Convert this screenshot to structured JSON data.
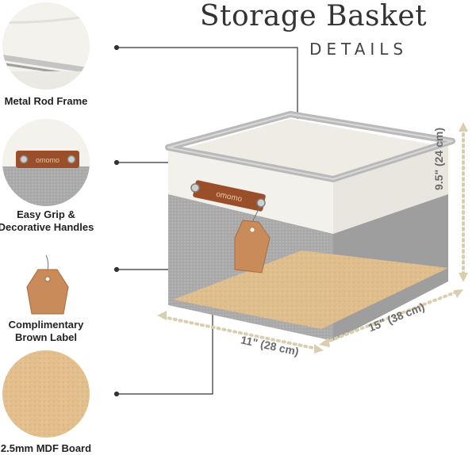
{
  "header": {
    "title": "Storage Basket",
    "subtitle": "DETAILS"
  },
  "features": [
    {
      "label": "Metal Rod Frame",
      "icon": "metal-rod-frame-icon"
    },
    {
      "label_line1": "Easy Grip &",
      "label_line2": "Decorative Handles",
      "icon": "leather-handle-icon"
    },
    {
      "label_line1": "Complimentary",
      "label_line2": "Brown Label",
      "icon": "brown-label-icon"
    },
    {
      "label": "2.5mm MDF Board",
      "icon": "mdf-board-icon"
    }
  ],
  "dimensions": {
    "height": "9.5\" (24 cm)",
    "length": "15\" (38 cm)",
    "width": "11\" (28 cm)"
  },
  "brand": {
    "handle_text": "omomo"
  },
  "colors": {
    "frame_silver": "#b9b9b9",
    "fabric_white": "#f3f1ec",
    "fabric_grey": "#a9a9a9",
    "leather_brown": "#9a4f2a",
    "label_tan": "#c98b5a",
    "mdf_tan": "#e2bf8c",
    "dim_line": "#d9cfb0"
  }
}
